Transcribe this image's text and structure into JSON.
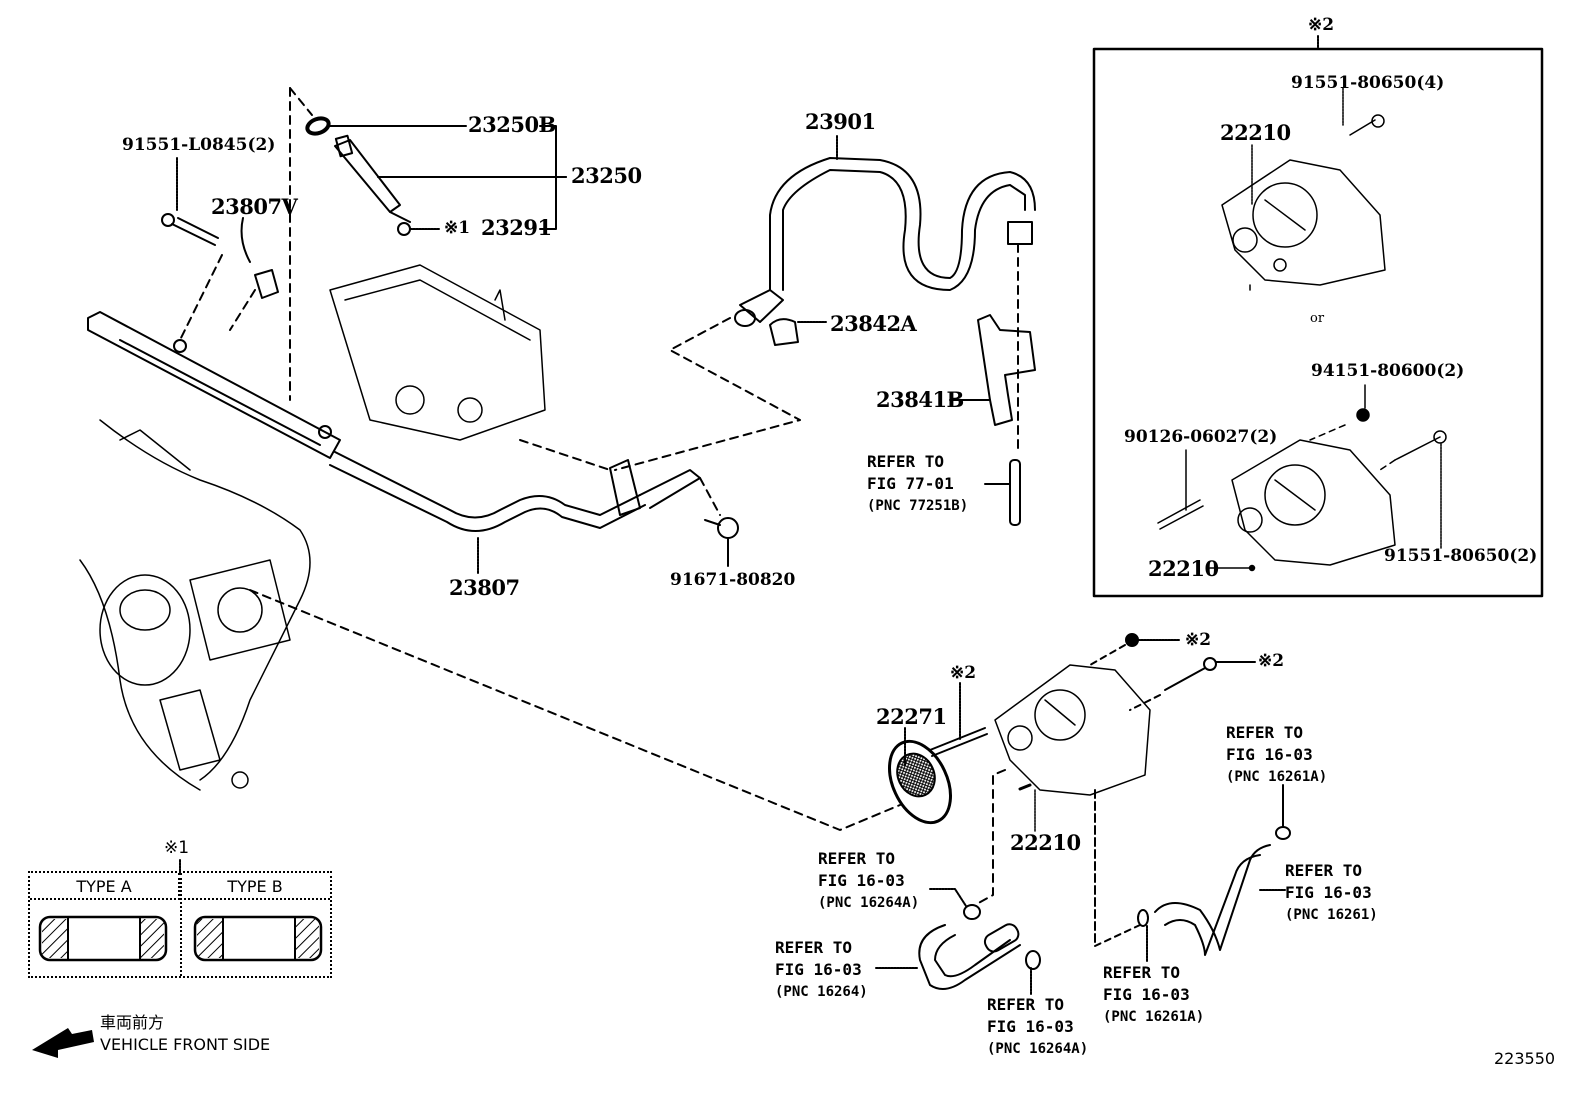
{
  "diagram": {
    "figure_number": "223550",
    "orientation": {
      "label_jp": "車両前方",
      "label_en": "VEHICLE FRONT SIDE"
    },
    "part_labels": {
      "p23250B": "23250B",
      "p23250": "23250",
      "p23291": "23291",
      "p23291_note": "※1",
      "p91551L0845": "91551-L0845(2)",
      "p23807V": "23807V",
      "p23807": "23807",
      "p91671": "91671-80820",
      "p23901": "23901",
      "p23842A": "23842A",
      "p23841B": "23841B",
      "p22271": "22271",
      "p22271_note": "※2",
      "p22210_main": "22210",
      "nut_note": "※2",
      "bolt_note": "※2"
    },
    "inset_box": {
      "note": "※2",
      "top": {
        "part": "22210",
        "bolt": "91551-80650(4)"
      },
      "or_label": "or",
      "bottom": {
        "part": "22210",
        "nut": "94151-80600(2)",
        "stud": "90126-06027(2)",
        "bolt": "91551-80650(2)"
      }
    },
    "references": [
      {
        "id": "ref-77251B",
        "line1": "REFER TO",
        "line2": "FIG 77-01",
        "line3": "(PNC 77251B)"
      },
      {
        "id": "ref-16261A-top",
        "line1": "REFER TO",
        "line2": "FIG 16-03",
        "line3": "(PNC 16261A)"
      },
      {
        "id": "ref-16261",
        "line1": "REFER TO",
        "line2": "FIG 16-03",
        "line3": "(PNC 16261)"
      },
      {
        "id": "ref-16264A-top",
        "line1": "REFER TO",
        "line2": "FIG 16-03",
        "line3": "(PNC 16264A)"
      },
      {
        "id": "ref-16264",
        "line1": "REFER TO",
        "line2": "FIG 16-03",
        "line3": "(PNC 16264)"
      },
      {
        "id": "ref-16264A-bottom",
        "line1": "REFER TO",
        "line2": "FIG 16-03",
        "line3": "(PNC 16264A)"
      },
      {
        "id": "ref-16261A-bottom",
        "line1": "REFER TO",
        "line2": "FIG 16-03",
        "line3": "(PNC 16261A)"
      }
    ],
    "type_table": {
      "note": "※1",
      "col_a": "TYPE A",
      "col_b": "TYPE B"
    }
  }
}
